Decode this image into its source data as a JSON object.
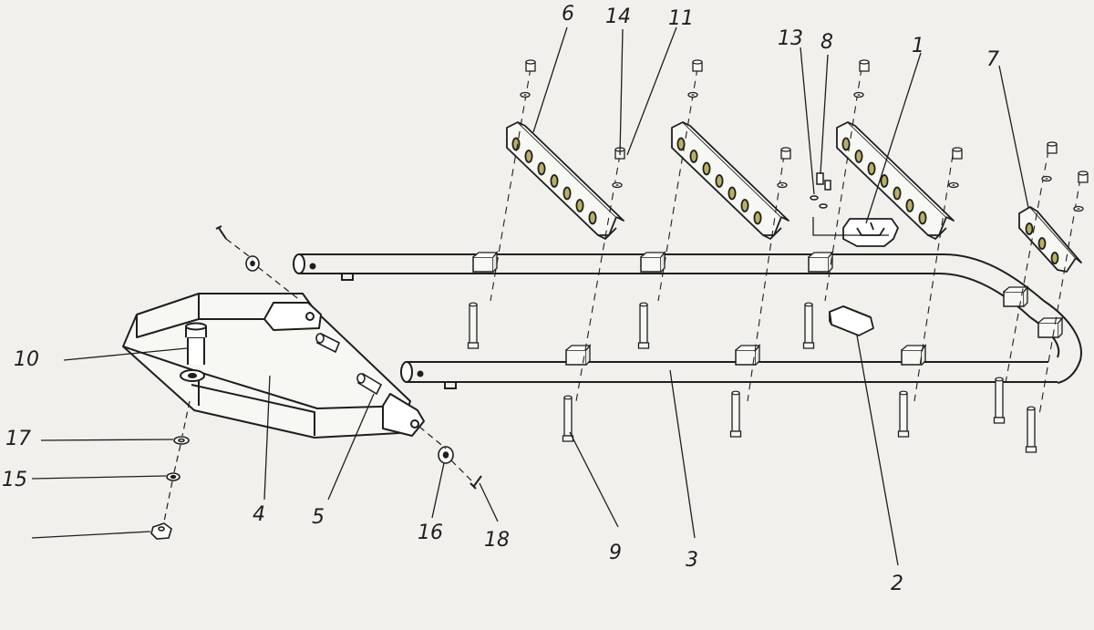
{
  "diagram": {
    "kind": "exploded-assembly",
    "line_color": "#1e1e1e",
    "background_color": "#f1f0ec",
    "hole_color": "#b8b064",
    "labels": {
      "p1": "1",
      "p2": "2",
      "p3": "3",
      "p4": "4",
      "p5": "5",
      "p6": "6",
      "p7": "7",
      "p8": "8",
      "p9": "9",
      "p10": "10",
      "p11": "11",
      "p13": "13",
      "p14": "14",
      "p15": "15",
      "p16": "16",
      "p17": "17",
      "p18": "18"
    }
  }
}
